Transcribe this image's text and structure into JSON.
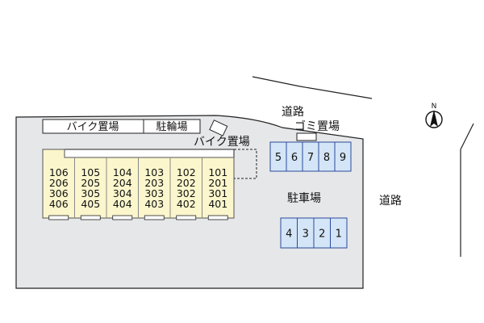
{
  "colors": {
    "lot": "#e6e7e9",
    "building": "#fbf6cc",
    "parking": "#d4e5f7",
    "parking_stroke": "#2a4a9a",
    "outline": "#222222"
  },
  "labels": {
    "road_top": "道路",
    "road_right": "道路",
    "garbage": "ゴミ置場",
    "bike_parking_1": "バイク置場",
    "bicycle_parking": "駐輪場",
    "bike_parking_2": "バイク置場",
    "car_parking": "駐車場",
    "north": "N"
  },
  "building": {
    "columns": [
      [
        "106",
        "206",
        "306",
        "406"
      ],
      [
        "105",
        "205",
        "305",
        "405"
      ],
      [
        "104",
        "204",
        "304",
        "404"
      ],
      [
        "103",
        "203",
        "303",
        "403"
      ],
      [
        "102",
        "202",
        "302",
        "402"
      ],
      [
        "101",
        "201",
        "301",
        "401"
      ]
    ]
  },
  "parking": {
    "top_row": [
      "5",
      "6",
      "7",
      "8",
      "9"
    ],
    "bottom_row": [
      "4",
      "3",
      "2",
      "1"
    ]
  },
  "icons": {
    "north_arrow": "compass-north-icon"
  }
}
